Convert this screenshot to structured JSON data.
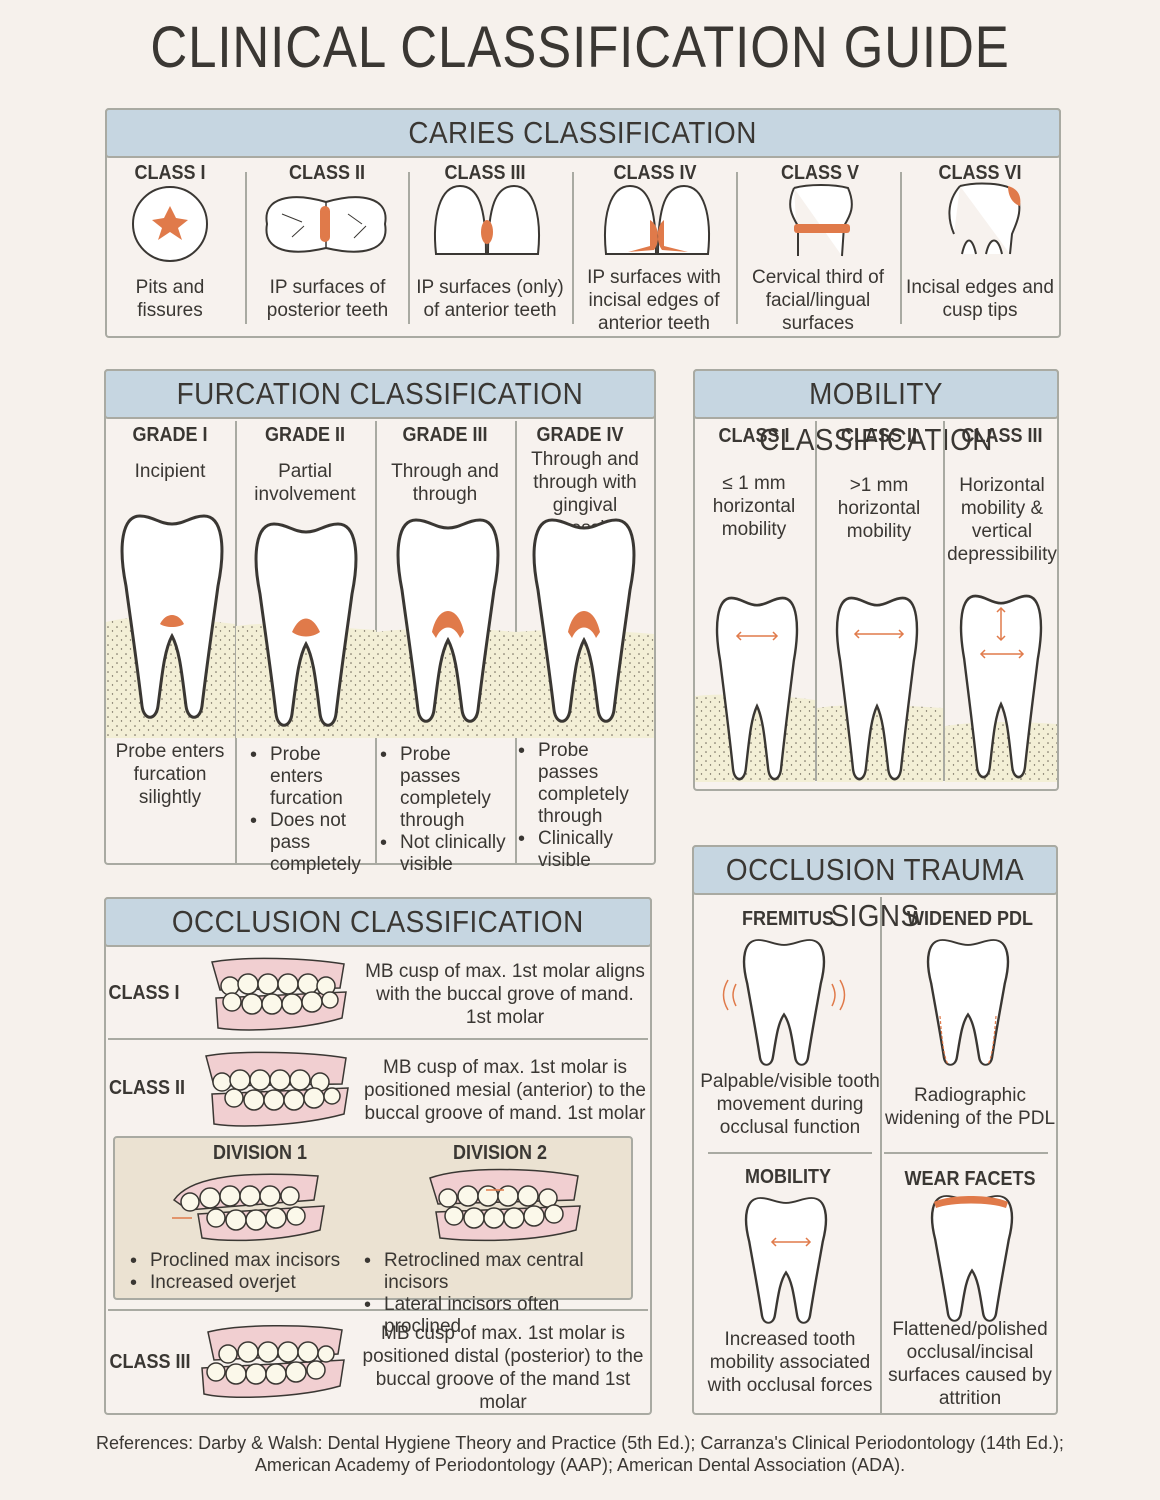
{
  "title": "CLINICAL CLASSIFICATION GUIDE",
  "caries": {
    "header": "CARIES CLASSIFICATION",
    "classes": [
      {
        "label": "CLASS I",
        "desc": "Pits and\nfissures"
      },
      {
        "label": "CLASS II",
        "desc": "IP surfaces of\nposterior teeth"
      },
      {
        "label": "CLASS III",
        "desc": "IP surfaces (only)\nof anterior teeth"
      },
      {
        "label": "CLASS IV",
        "desc": "IP surfaces with\nincisal edges of\nanterior teeth"
      },
      {
        "label": "CLASS V",
        "desc": "Cervical third of\nfacial/lingual\nsurfaces"
      },
      {
        "label": "CLASS VI",
        "desc": "Incisal edges and\ncusp tips"
      }
    ]
  },
  "furcation": {
    "header": "FURCATION CLASSIFICATION",
    "grades": [
      {
        "label": "GRADE I",
        "sub": "Incipient",
        "desc": "Probe enters\nfurcation\nsilightly",
        "bullets": []
      },
      {
        "label": "GRADE II",
        "sub": "Partial\ninvolvement",
        "desc": "",
        "bullets": [
          "Probe enters furcation",
          "Does not pass completely"
        ]
      },
      {
        "label": "GRADE III",
        "sub": "Through and\nthrough",
        "desc": "",
        "bullets": [
          "Probe passes completely through",
          "Not clinically visible"
        ]
      },
      {
        "label": "GRADE IV",
        "sub": "Through and\nthrough with\ngingival recession",
        "desc": "",
        "bullets": [
          "Probe passes completely through",
          "Clinically visible"
        ]
      }
    ]
  },
  "mobility": {
    "header": "MOBILITY CLASSIFICATION",
    "classes": [
      {
        "label": "CLASS I",
        "desc": "≤ 1 mm\nhorizontal\nmobility"
      },
      {
        "label": "CLASS II",
        "desc": ">1 mm\nhorizontal\nmobility"
      },
      {
        "label": "CLASS III",
        "desc": "Horizontal\nmobility &\nvertical\ndepressibility"
      }
    ]
  },
  "occlusion": {
    "header": "OCCLUSION  CLASSIFICATION",
    "class1": {
      "label": "CLASS I",
      "desc": "MB cusp of max. 1st molar aligns\nwith the buccal grove of mand.\n1st molar"
    },
    "class2": {
      "label": "CLASS II",
      "desc": "MB cusp of max. 1st molar is\npositioned mesial (anterior) to the\nbuccal groove of mand. 1st molar"
    },
    "div1": {
      "label": "DIVISION 1",
      "bullets": [
        "Proclined max incisors",
        "Increased overjet"
      ]
    },
    "div2": {
      "label": "DIVISION 2",
      "bullets": [
        "Retroclined max central incisors",
        "Lateral incisors often proclined"
      ]
    },
    "class3": {
      "label": "CLASS III",
      "desc": "MB cusp of max. 1st molar is\npositioned distal (posterior) to the\nbuccal groove of the mand 1st molar"
    }
  },
  "trauma": {
    "header": "OCCLUSION  TRAUMA SIGNS",
    "signs": [
      {
        "label": "FREMITUS",
        "desc": "Palpable/visible tooth\nmovement during\nocclusal function"
      },
      {
        "label": "WIDENED PDL",
        "desc": "Radiographic\nwidening of the PDL"
      },
      {
        "label": "MOBILITY",
        "desc": "Increased tooth\nmobility associated\nwith occlusal forces"
      },
      {
        "label": "WEAR FACETS",
        "desc": "Flattened/polished\nocclusal/incisal\nsurfaces caused by\nattrition"
      }
    ]
  },
  "references": "References: Darby & Walsh: Dental Hygiene Theory and Practice (5th Ed.); Carranza's Clinical Periodontology (14th Ed.);\nAmerican Academy of Periodontology (AAP); American Dental Association (ADA).",
  "colors": {
    "accent": "#e07a4a",
    "header": "#c6d6e1",
    "bone": "#f3efd6",
    "gum": "#f1cfd1"
  }
}
